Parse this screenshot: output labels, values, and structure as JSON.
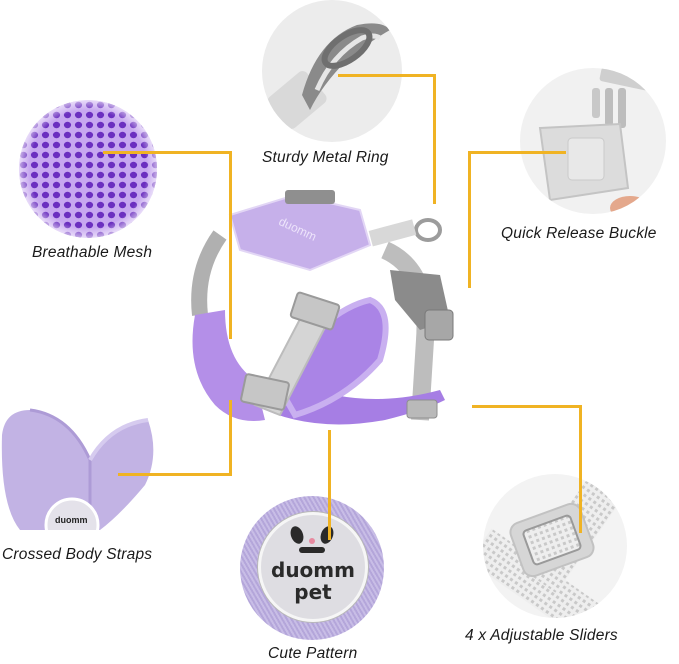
{
  "product": "Dog harness feature infographic",
  "colors": {
    "accent_line": "#f0b323",
    "harness_purple": "#b79be6",
    "mesh_purple": "#a070e0",
    "strap_gray": "#c9c9c9",
    "buckle_gray": "#8e8e8e",
    "text": "#1a1a1a"
  },
  "features": [
    {
      "id": "mesh",
      "label": "Breathable Mesh"
    },
    {
      "id": "ring",
      "label": "Sturdy Metal Ring"
    },
    {
      "id": "buckle",
      "label": "Quick Release Buckle"
    },
    {
      "id": "straps",
      "label": "Crossed Body Straps"
    },
    {
      "id": "pattern",
      "label": "Cute Pattern"
    },
    {
      "id": "sliders",
      "label": "4 x Adjustable Sliders"
    }
  ],
  "badge": {
    "line1": "duomm",
    "line2": "pet"
  },
  "harness_tag": "duomm"
}
